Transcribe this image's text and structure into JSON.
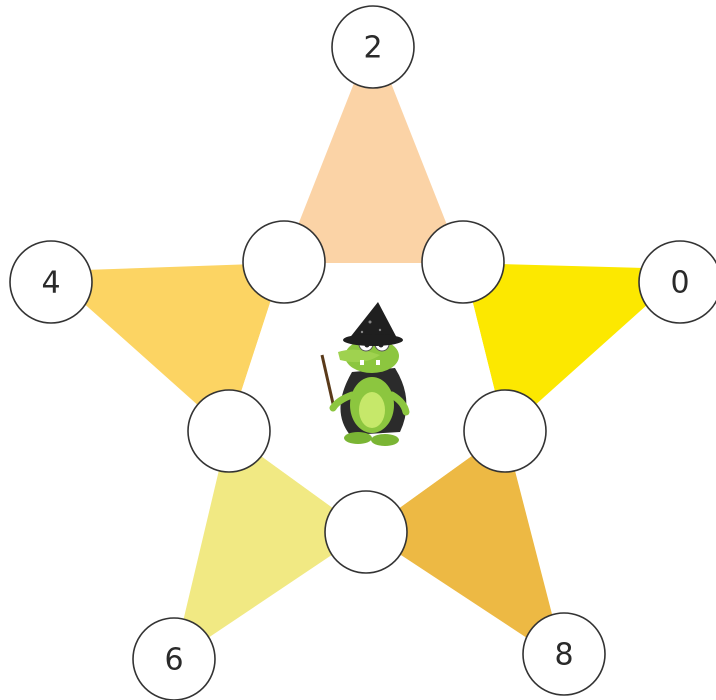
{
  "star": {
    "points": [
      {
        "id": "top",
        "value": "2",
        "color": "#FBD3A6"
      },
      {
        "id": "right",
        "value": "0",
        "color": "#FCE800"
      },
      {
        "id": "bottom-right",
        "value": "8",
        "color": "#EDB944"
      },
      {
        "id": "bottom-left",
        "value": "6",
        "color": "#F1E983"
      },
      {
        "id": "left",
        "value": "4",
        "color": "#FCD463"
      }
    ],
    "inner_nodes": [
      {
        "id": "inner-top-left",
        "value": ""
      },
      {
        "id": "inner-top-right",
        "value": ""
      },
      {
        "id": "inner-right",
        "value": ""
      },
      {
        "id": "inner-bottom",
        "value": ""
      },
      {
        "id": "inner-left",
        "value": ""
      }
    ]
  },
  "mascot": {
    "name": "wizard-creature-illustration"
  },
  "colors": {
    "outline": "#333333",
    "background": "#ffffff"
  }
}
